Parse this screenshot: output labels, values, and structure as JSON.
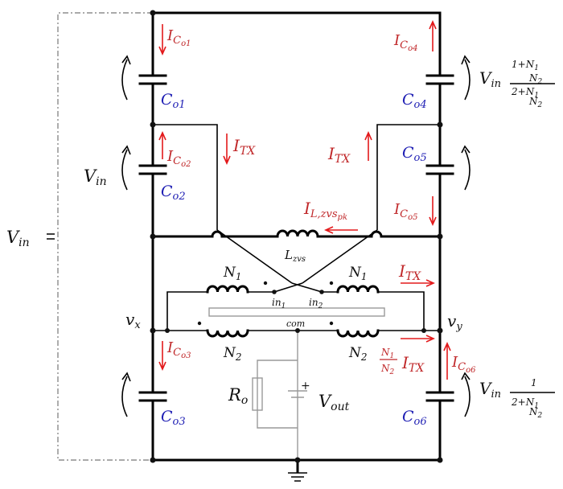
{
  "labels": {
    "vin_left": "V",
    "vin_left_sub": "in",
    "vin_mid": "V",
    "vin_mid_sub": "in",
    "vin_top_right": "V",
    "vin_top_right_sub": "in",
    "top_ratio_num": "1+",
    "top_ratio_den": "2+",
    "vin_bot_right": "V",
    "vin_bot_right_sub": "in",
    "bot_ratio_num": "1",
    "bot_ratio_den": "2+",
    "n1_frac": "N",
    "n1_frac_sub": "1",
    "n2_frac": "N",
    "n2_frac_sub": "2",
    "co1": "C",
    "co1_sub": "o1",
    "co2": "C",
    "co2_sub": "o2",
    "co3": "C",
    "co3_sub": "o3",
    "co4": "C",
    "co4_sub": "o4",
    "co5": "C",
    "co5_sub": "o5",
    "co6": "C",
    "co6_sub": "o6",
    "ico1": "I",
    "ico1_sub": "C",
    "ico1_subsub": "o1",
    "ico2": "I",
    "ico2_sub": "C",
    "ico2_subsub": "o2",
    "ico3": "I",
    "ico3_sub": "C",
    "ico3_subsub": "o3",
    "ico4": "I",
    "ico4_sub": "C",
    "ico4_subsub": "o4",
    "ico5": "I",
    "ico5_sub": "C",
    "ico5_subsub": "o5",
    "ico6": "I",
    "ico6_sub": "C",
    "ico6_subsub": "o6",
    "itx_left": "I",
    "itx_left_sub": "TX",
    "itx_right": "I",
    "itx_right_sub": "TX",
    "itx_n1": "I",
    "itx_n1_sub": "TX",
    "itx_n2": "I",
    "itx_n2_sub": "TX",
    "ilzvs": "I",
    "ilzvs_sub": "L,zvs",
    "ilzvs_subsub": "pk",
    "lzvs": "L",
    "lzvs_sub": "zvs",
    "n1_left": "N",
    "n1_left_sub": "1",
    "n1_right": "N",
    "n1_right_sub": "1",
    "n2_left": "N",
    "n2_left_sub": "2",
    "n2_right": "N",
    "n2_right_sub": "2",
    "in1": "in",
    "in1_sub": "1",
    "in2": "in",
    "in2_sub": "2",
    "com": "com",
    "vx": "v",
    "vx_sub": "x",
    "vy": "v",
    "vy_sub": "y",
    "ro": "R",
    "ro_sub": "o",
    "vout": "V",
    "vout_sub": "out",
    "plus": "+"
  },
  "colors": {
    "current": "#c0282a",
    "capacitor": "#1f1fb4",
    "arrow": "#e31a1c"
  }
}
